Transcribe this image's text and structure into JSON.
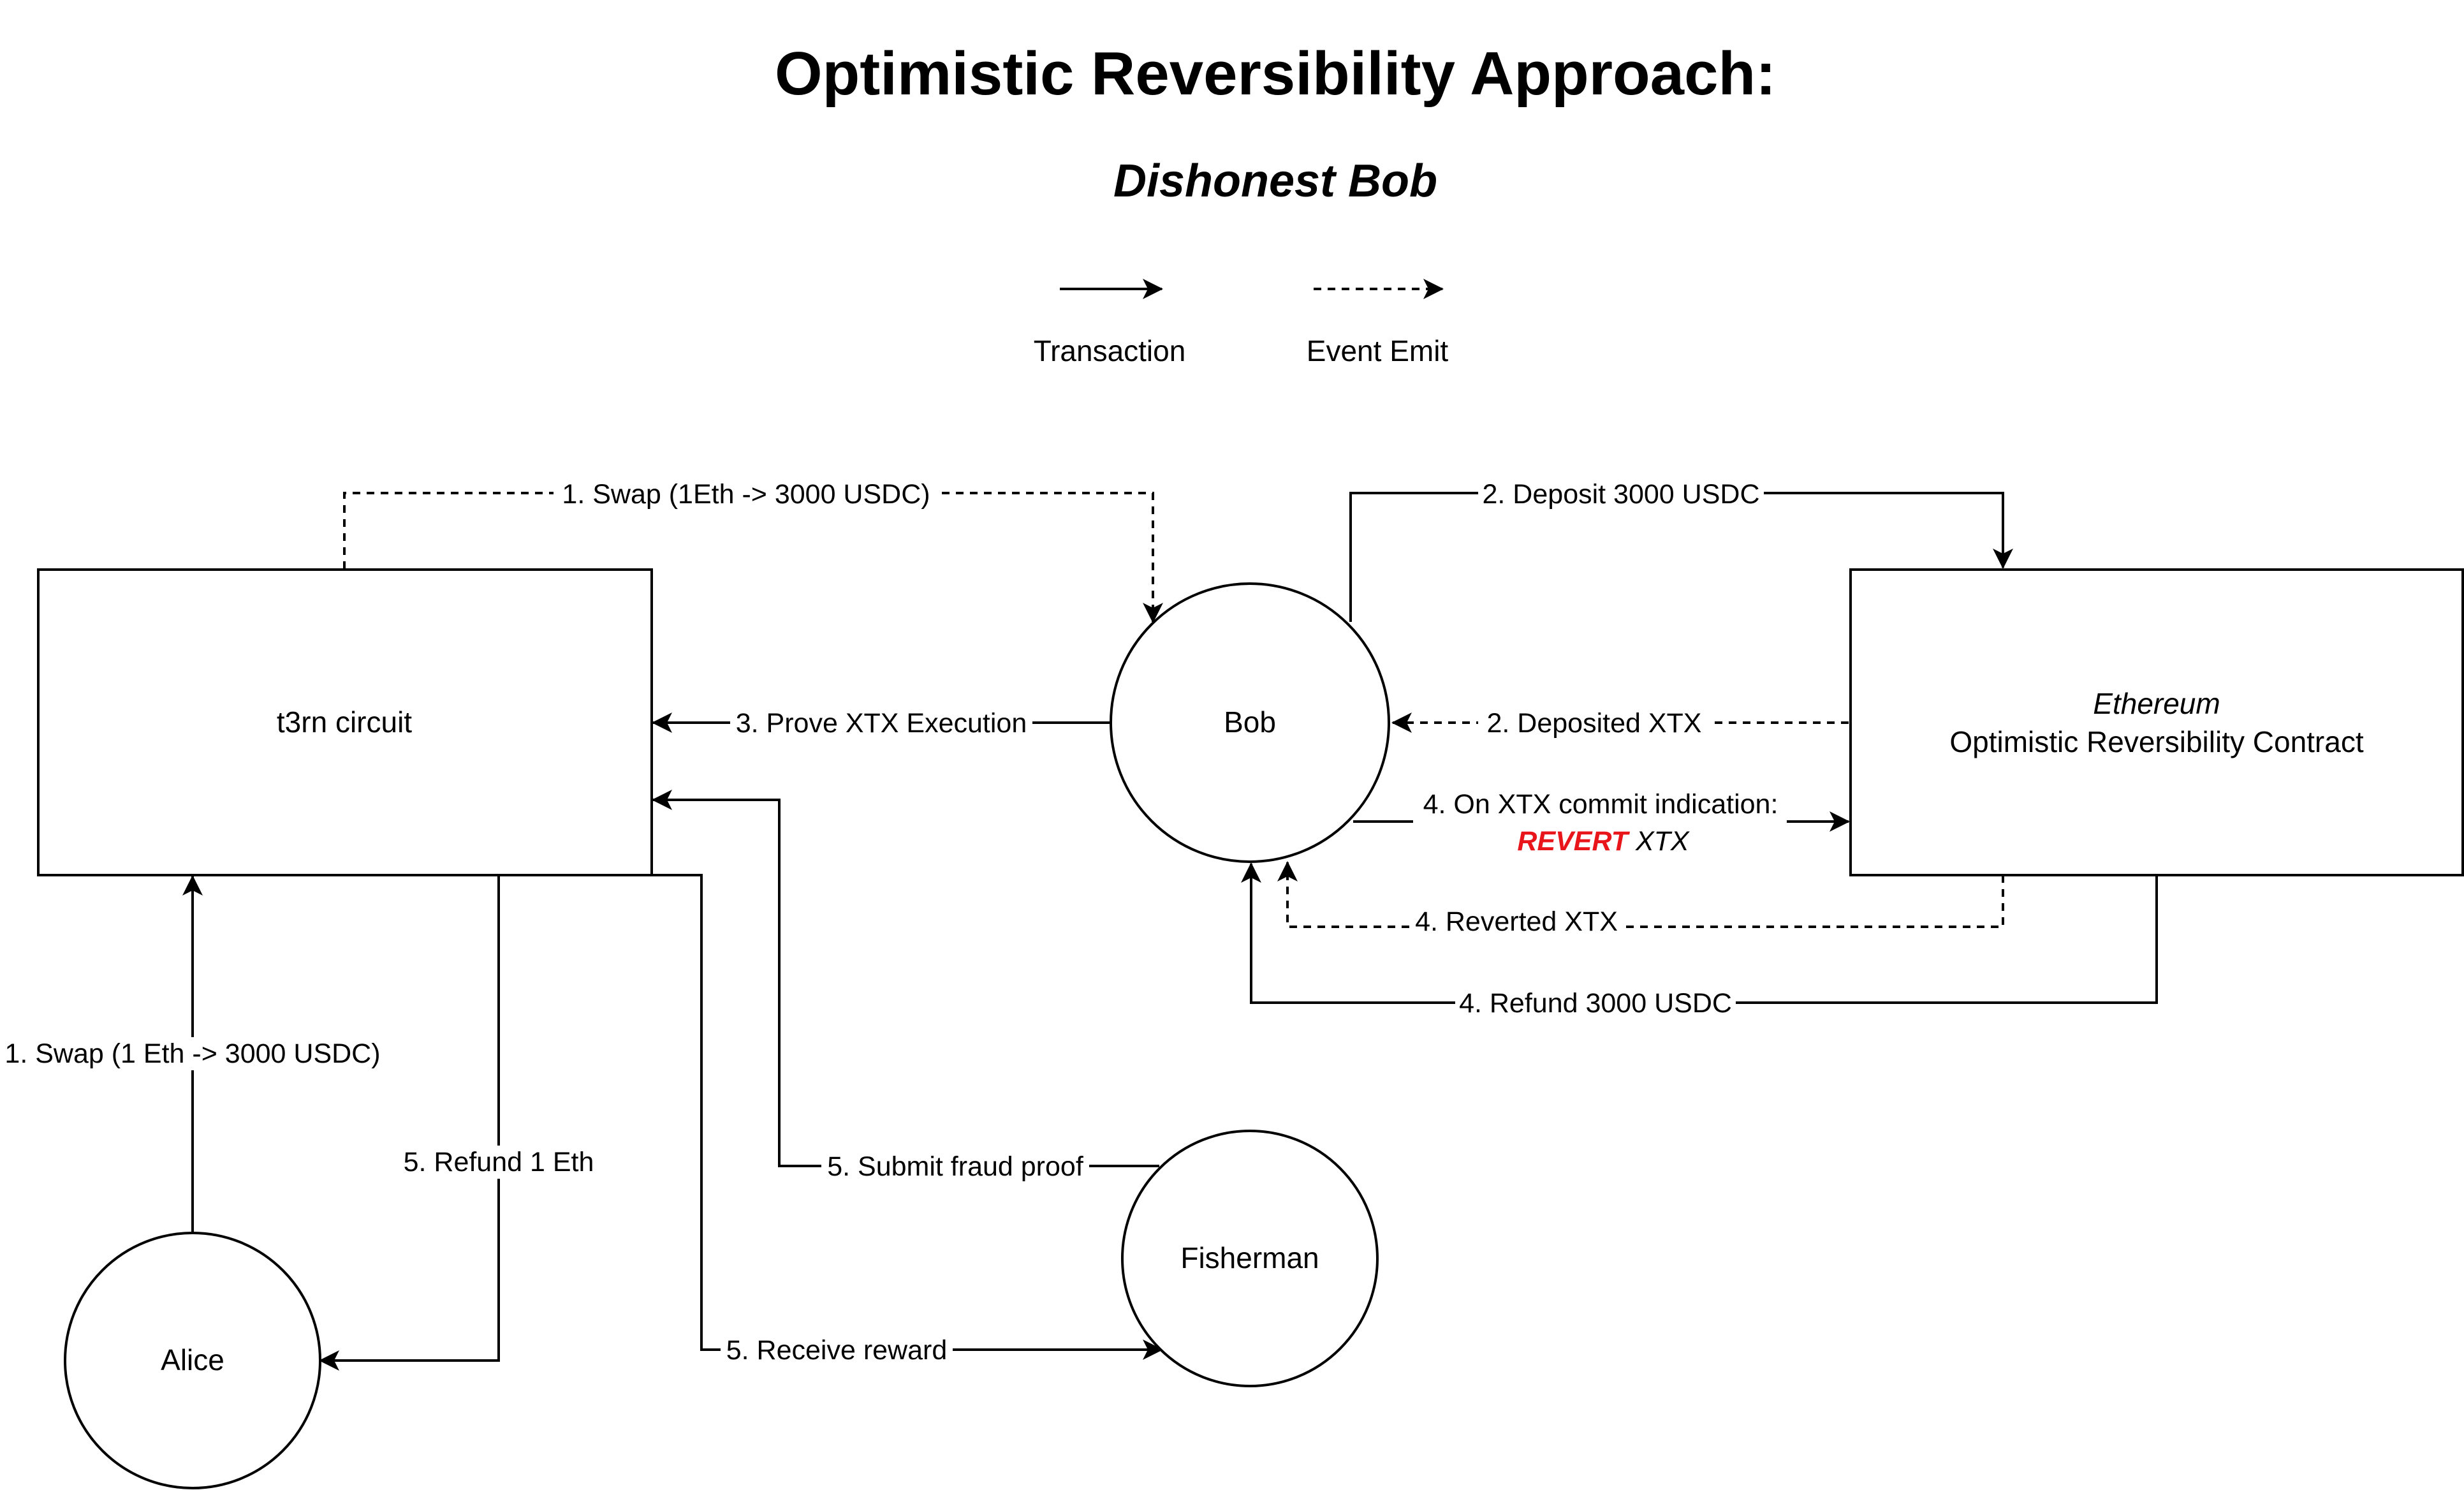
{
  "title": "Optimistic Reversibility Approach:",
  "subtitle": "Dishonest Bob",
  "legend": {
    "transaction": "Transaction",
    "event_emit": "Event Emit"
  },
  "nodes": {
    "t3rn": "t3rn circuit",
    "bob": "Bob",
    "ethereum_line1": "Ethereum",
    "ethereum_line2": "Optimistic Reversibility Contract",
    "alice": "Alice",
    "fisherman": "Fisherman"
  },
  "edges": {
    "swap_event": "1. Swap (1Eth -> 3000 USDC)",
    "deposit": "2. Deposit 3000 USDC",
    "prove": "3. Prove XTX Execution",
    "deposited_event": "2. Deposited XTX",
    "commit_line1": "4. On XTX commit indication:",
    "commit_revert": "REVERT",
    "commit_xtx": " XTX",
    "reverted_event": "4. Reverted XTX",
    "refund_usdc": "4. Refund 3000 USDC",
    "alice_swap": "1. Swap (1 Eth -> 3000 USDC)",
    "refund_eth": "5. Refund 1 Eth",
    "fraud_proof": "5. Submit fraud proof",
    "reward": "5. Receive reward"
  },
  "colors": {
    "revert": "#e8161b",
    "stroke": "#000000",
    "background": "#ffffff"
  }
}
